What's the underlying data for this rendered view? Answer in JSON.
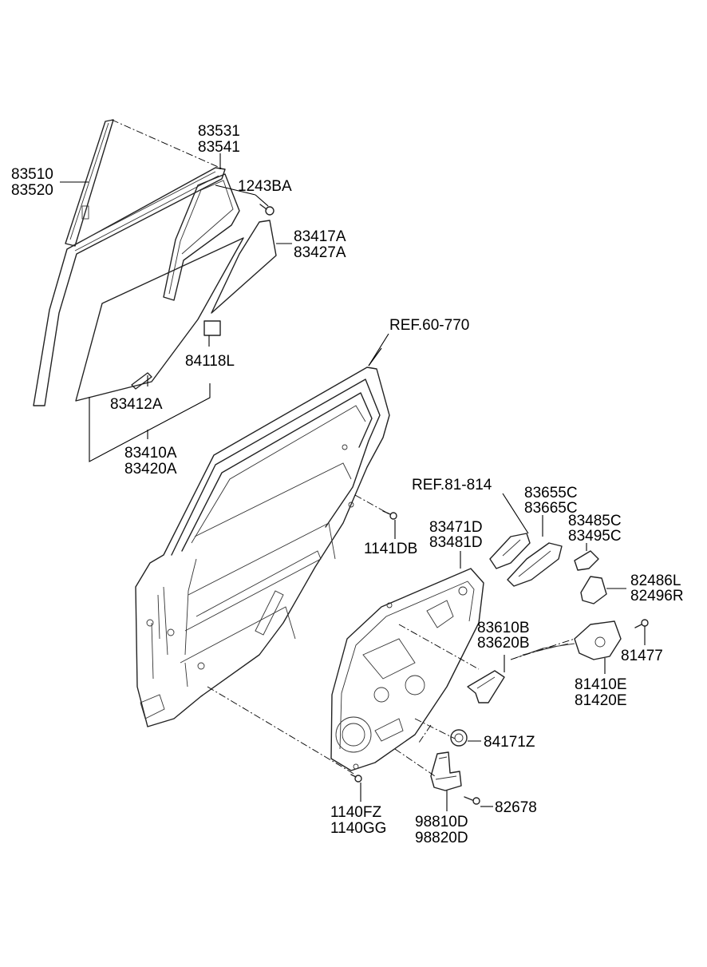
{
  "labels": {
    "l_83531": "83531",
    "l_83541": "83541",
    "l_83510": "83510",
    "l_83520": "83520",
    "l_1243BA": "1243BA",
    "l_83417A": "83417A",
    "l_83427A": "83427A",
    "l_ref60": "REF.60-770",
    "l_84118L": "84118L",
    "l_83412A": "83412A",
    "l_83410A": "83410A",
    "l_83420A": "83420A",
    "l_ref81": "REF.81-814",
    "l_83655C": "83655C",
    "l_83665C": "83665C",
    "l_83485C": "83485C",
    "l_83495C": "83495C",
    "l_83471D": "83471D",
    "l_83481D": "83481D",
    "l_1141DB": "1141DB",
    "l_82486L": "82486L",
    "l_82496R": "82496R",
    "l_83610B": "83610B",
    "l_83620B": "83620B",
    "l_81477": "81477",
    "l_81410E": "81410E",
    "l_81420E": "81420E",
    "l_84171Z": "84171Z",
    "l_82678": "82678",
    "l_1140FZ": "1140FZ",
    "l_1140GG": "1140GG",
    "l_98810D": "98810D",
    "l_98820D": "98820D"
  }
}
